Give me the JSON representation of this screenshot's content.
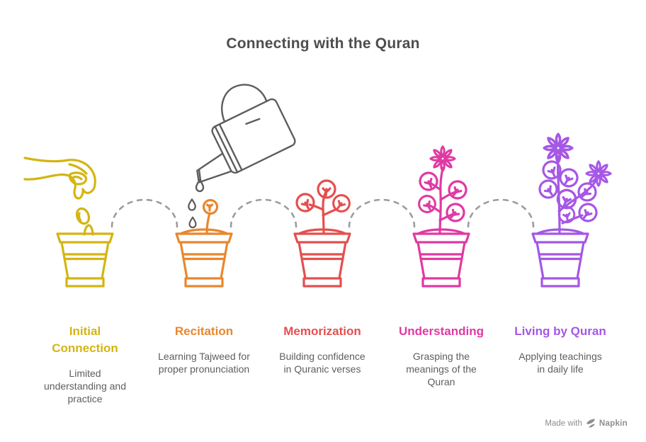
{
  "title": "Connecting with the Quran",
  "stages": [
    {
      "label": "Initial Connection",
      "description": "Limited understanding and practice",
      "color": "#d4b512",
      "icon": "hand-planting-seed-icon"
    },
    {
      "label": "Recitation",
      "description": "Learning Tajweed for proper pronunciation",
      "color": "#e8872d",
      "icon": "watered-sprout-icon"
    },
    {
      "label": "Memorization",
      "description": "Building confidence in Quranic verses",
      "color": "#e44f4f",
      "icon": "young-plant-icon"
    },
    {
      "label": "Understanding",
      "description": "Grasping the meanings of the Quran",
      "color": "#e039a2",
      "icon": "flowering-plant-icon"
    },
    {
      "label": "Living by Quran",
      "description": "Applying teachings in daily life",
      "color": "#a557e5",
      "icon": "blooming-plant-icon"
    }
  ],
  "decorations": {
    "watering_can_color": "#5d5d5d",
    "connector_color": "#9c9c9c",
    "title_color": "#4d4d4d",
    "description_color": "#5e5e5e",
    "watermark_color": "#8e8e8e"
  },
  "watermark": {
    "text": "Made with",
    "brand": "Napkin"
  }
}
